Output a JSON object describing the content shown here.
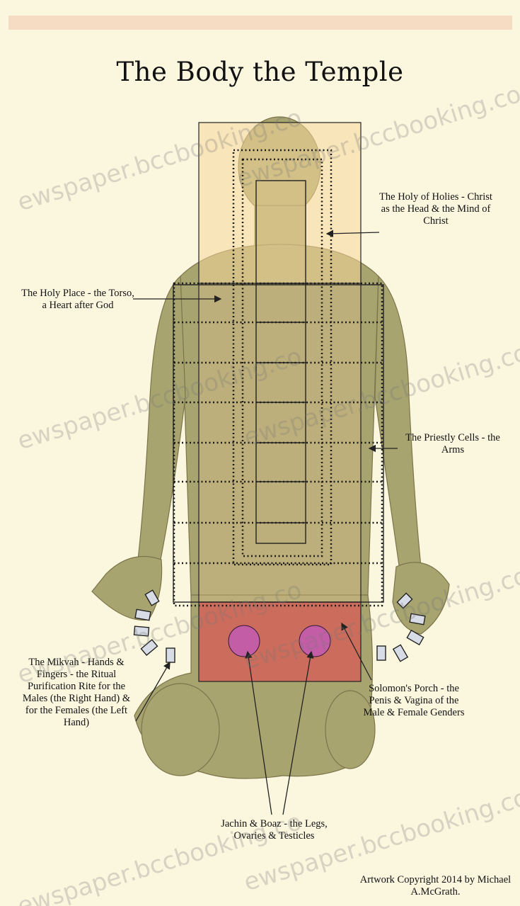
{
  "title": "The Body the Temple",
  "labels": {
    "holy_of_holies": "The Holy of Holies - Christ as the Head & the Mind of Christ",
    "holy_place": "The Holy Place - the Torso, a Heart after God",
    "priestly_cells": "The Priestly Cells - the Arms",
    "mikvah": "The Mikvah - Hands & Fingers - the Ritual Purification Rite for the Males (the Right Hand) & for the Females (the Left Hand)",
    "solomons_porch": "Solomon's Porch - the Penis & Vagina of the Male & Female Genders",
    "jachin_boaz": "Jachin & Boaz - the Legs, Ovaries & Testicles"
  },
  "copyright": "Artwork Copyright 2014 by Michael A.McGrath.",
  "watermark": "ewspaper.bccbooking.co",
  "colors": {
    "background": "#fbf7df",
    "holy_of_holies_zone": "#f8d79a",
    "torso_zone": "#d8b88e",
    "porch_zone": "#d85a55",
    "body_green": "#a3a56f"
  }
}
